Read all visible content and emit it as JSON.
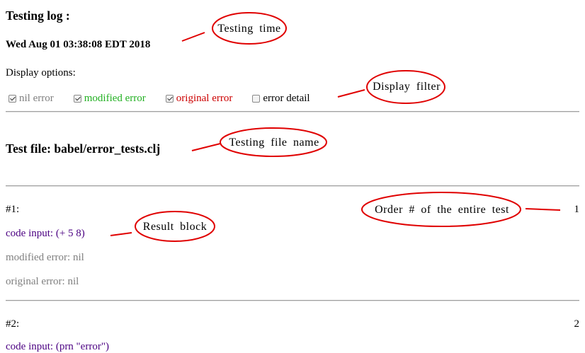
{
  "log": {
    "title": "Testing log :",
    "time": "Wed Aug 01 03:38:08 EDT 2018"
  },
  "display": {
    "label": "Display options:",
    "options": [
      {
        "label": "nil error",
        "checked": true,
        "color": "#808080"
      },
      {
        "label": "modified error",
        "checked": true,
        "color": "#22b022"
      },
      {
        "label": "original error",
        "checked": true,
        "color": "#cc0000"
      },
      {
        "label": "error detail",
        "checked": false,
        "color": "#000000"
      }
    ]
  },
  "test_file": "Test file: babel/error_tests.clj",
  "results": [
    {
      "number": "#1:",
      "order": "1",
      "code_input": "code input: (+ 5 8)",
      "modified_error": "modified error: nil",
      "original_error": "original error: nil"
    },
    {
      "number": "#2:",
      "order": "2",
      "code_input": "code input: (prn \"error\")"
    }
  ],
  "annotations": {
    "testing_time": "Testing time",
    "display_filter": "Display filter",
    "testing_file_name": "Testing file name",
    "order": "Order # of the entire test",
    "result_block": "Result block",
    "color": "#e00000"
  }
}
